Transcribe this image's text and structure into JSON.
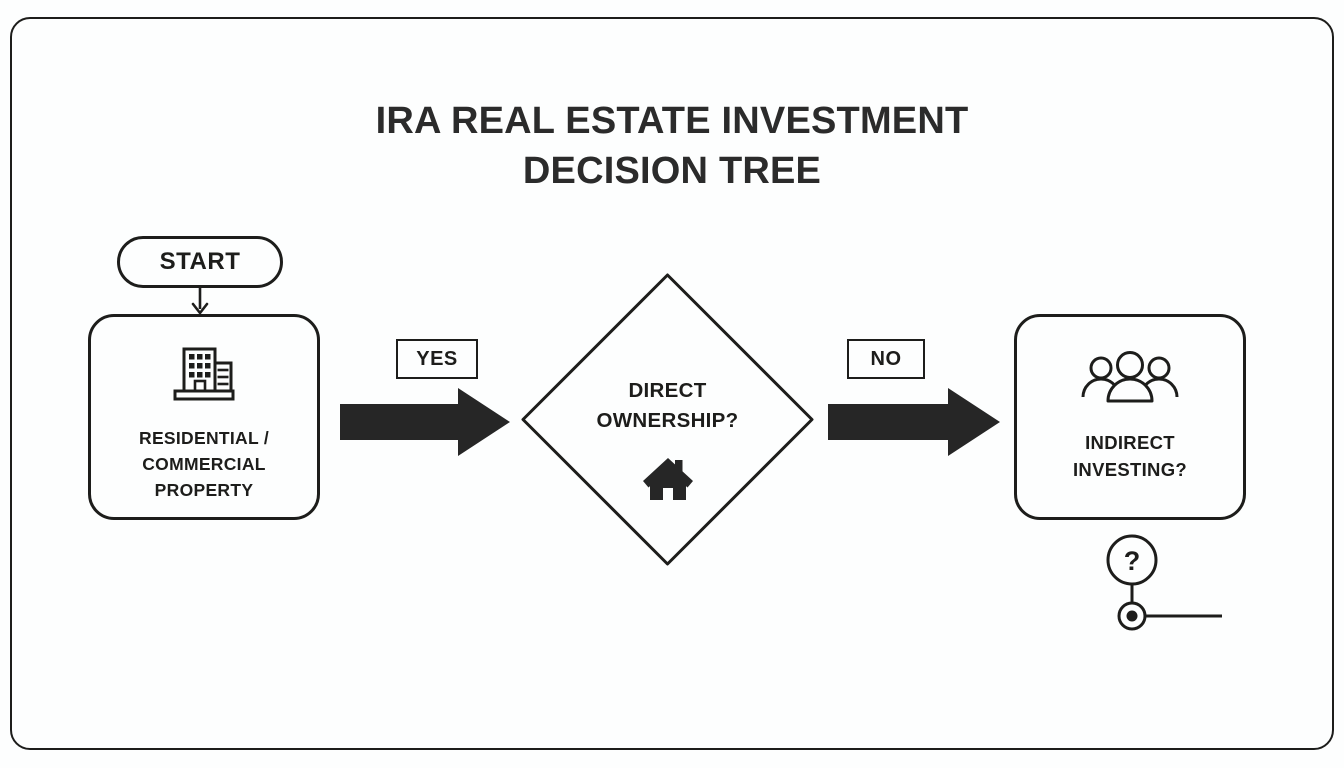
{
  "diagram": {
    "title_line1": "IRA REAL ESTATE INVESTMENT",
    "title_line2": "DECISION TREE",
    "start_label": "START",
    "nodes": {
      "property": {
        "line1": "RESIDENTIAL /",
        "line2": "COMMERCIAL",
        "line3": "PROPERTY",
        "icon": "building-icon"
      },
      "decision": {
        "line1": "DIRECT",
        "line2": "OWNERSHIP?",
        "icon": "house-icon"
      },
      "indirect": {
        "line1": "INDIRECT",
        "line2": "INVESTING?",
        "icon": "people-group-icon"
      }
    },
    "edges": {
      "yes_label": "YES",
      "no_label": "NO"
    },
    "question_marker": {
      "glyph": "?"
    },
    "colors": {
      "stroke": "#1d1d1b",
      "title": "#2b2b2b",
      "background": "#fdfefe",
      "arrow_fill": "#262626"
    }
  }
}
